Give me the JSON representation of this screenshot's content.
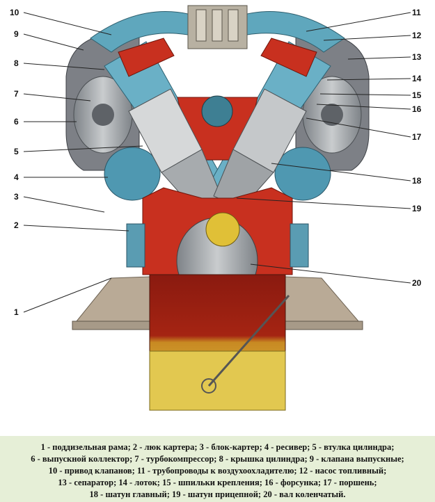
{
  "callouts": [
    "1",
    "2",
    "3",
    "4",
    "5",
    "6",
    "7",
    "8",
    "9",
    "10",
    "11",
    "12",
    "13",
    "14",
    "15",
    "16",
    "17",
    "18",
    "19",
    "20"
  ],
  "caption_lines": [
    "1 - поддизельная рама; 2 - люк картера; 3 - блок-картер; 4 - ресивер; 5 - втулка цилиндра;",
    "6 - выпускной коллектор; 7 - турбокомпрессор; 8 - крышка цилиндра; 9 - клапана выпускные;",
    "10 - привод клапанов; 11 - трубопроводы к воздухоохладителю; 12 - насос топливный;",
    "13 - сепаратор; 14 - лоток; 15 - шпильки крепления; 16 - форсунка; 17 - поршень;",
    "18 - шатун главный; 19 - шатун прицепной; 20 - вал коленчатый."
  ],
  "colors": {
    "caption_bg": "#e6efd7",
    "blue": "#6ab0c6",
    "red": "#c8301f",
    "grey": "#9a9ea3",
    "oil": "#d9bf4a"
  }
}
